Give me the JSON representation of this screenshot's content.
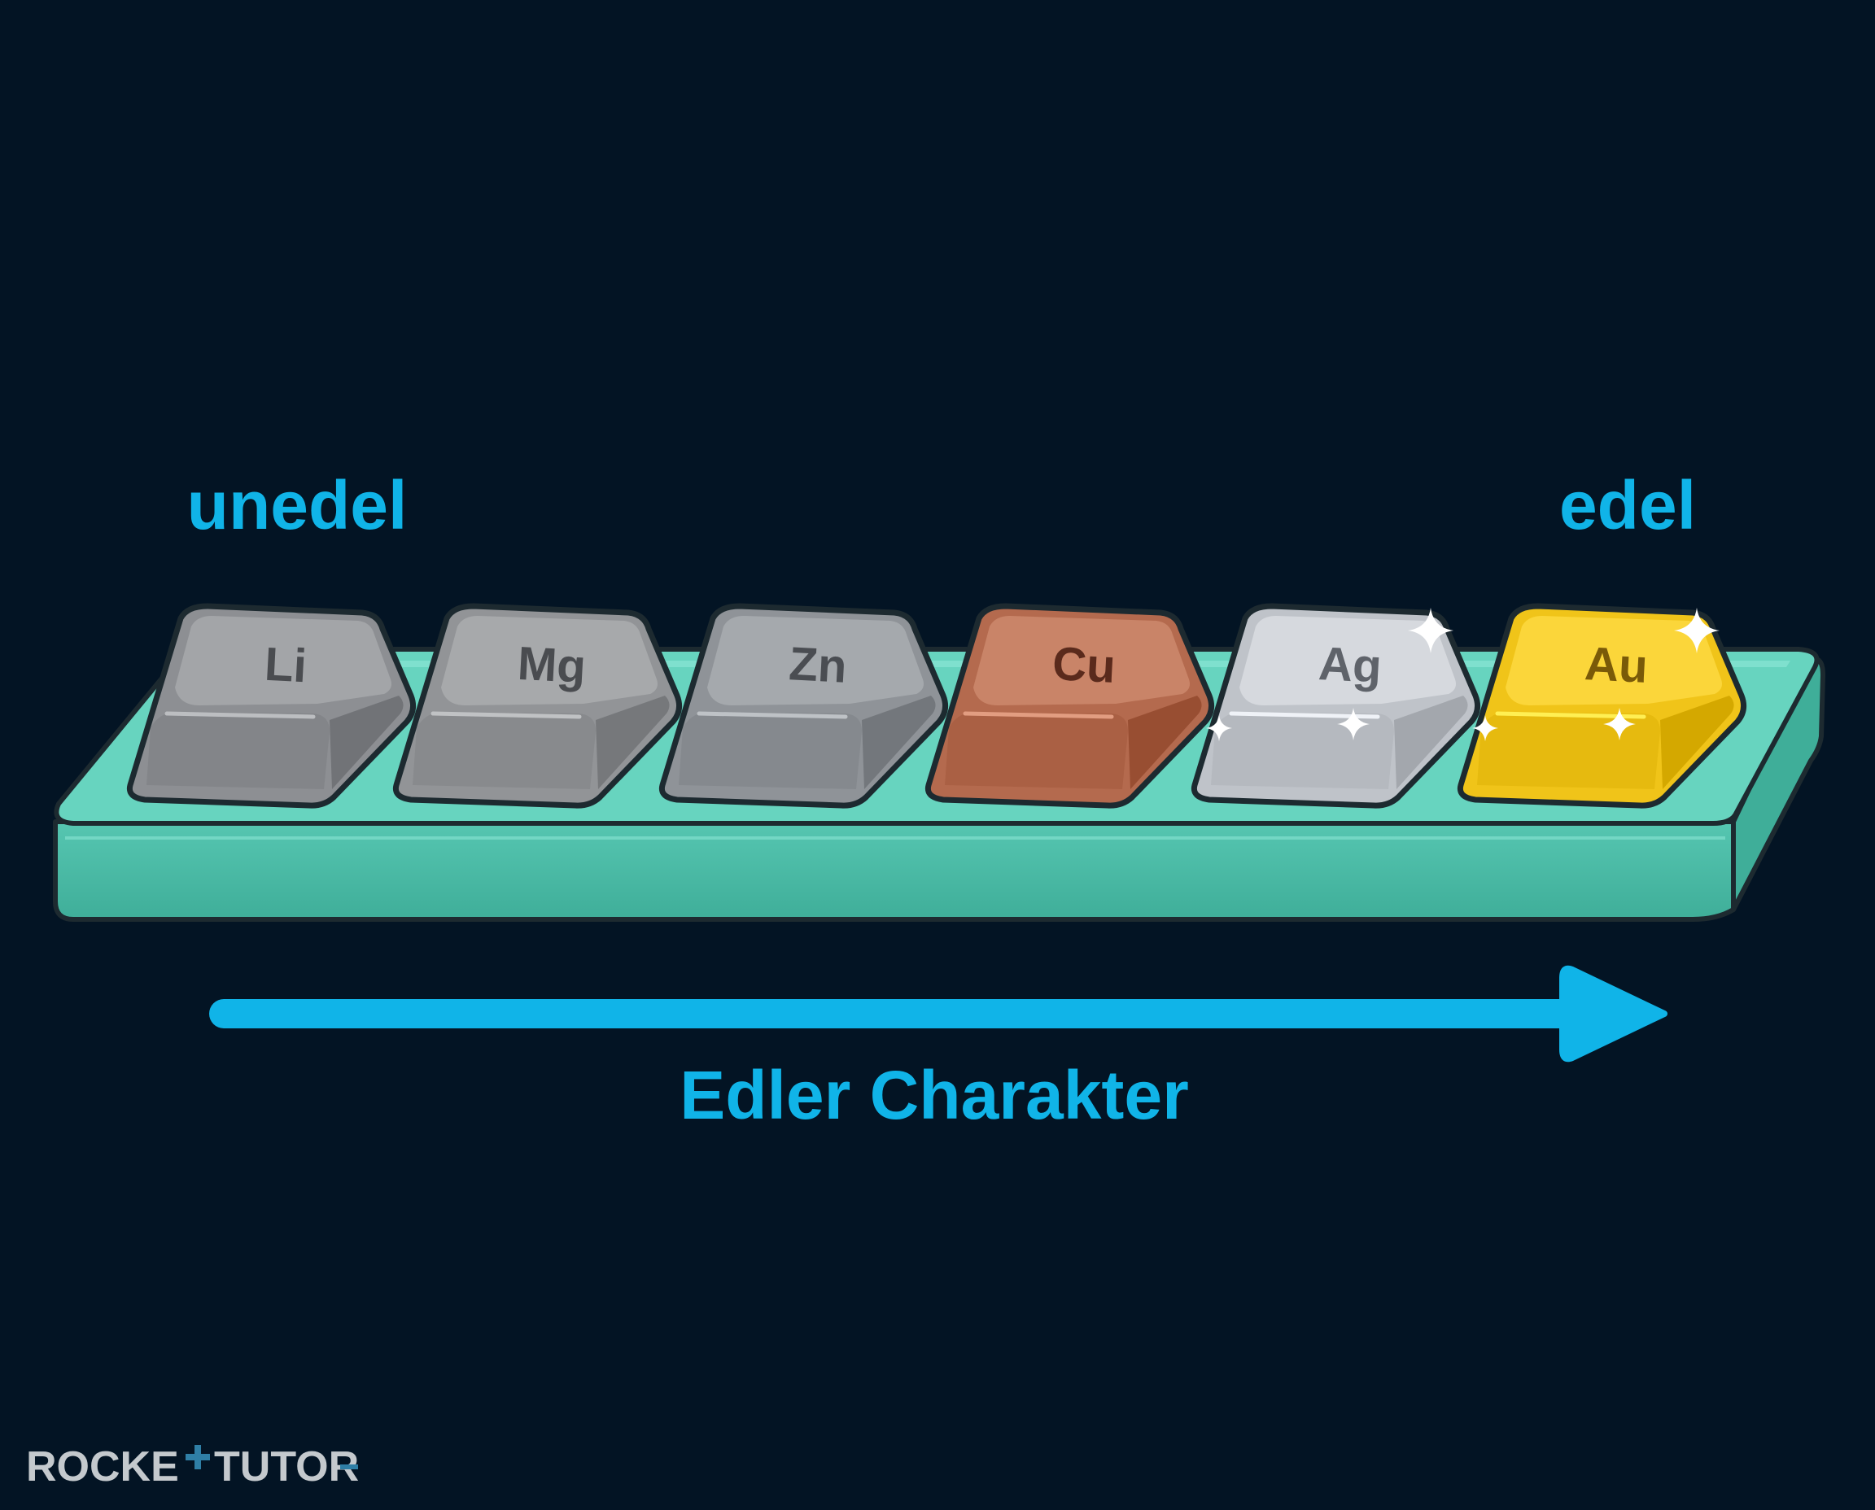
{
  "labels": {
    "left": "unedel",
    "right": "edel",
    "axis": "Edler Charakter"
  },
  "metals": [
    {
      "symbol": "Li",
      "body": "#8d8f93",
      "top": "#a3a5a8",
      "text": "#4a4c50",
      "sparkle": false
    },
    {
      "symbol": "Mg",
      "body": "#929497",
      "top": "#a7a9ab",
      "text": "#4a4c50",
      "sparkle": false
    },
    {
      "symbol": "Zn",
      "body": "#8f9398",
      "top": "#a5a9ad",
      "text": "#4a4d52",
      "sparkle": false
    },
    {
      "symbol": "Cu",
      "body": "#b46a4e",
      "top": "#c98468",
      "text": "#5a2a1c",
      "sparkle": false
    },
    {
      "symbol": "Ag",
      "body": "#bfc3c9",
      "top": "#d6d9de",
      "text": "#5f636a",
      "sparkle": true
    },
    {
      "symbol": "Au",
      "body": "#f0c419",
      "top": "#fbd63a",
      "text": "#7a5a08",
      "sparkle": true
    }
  ],
  "colors": {
    "background": "#031424",
    "accent": "#10b4e8",
    "tray": "#5ecdb9",
    "tray_top": "#74dcc8",
    "tray_side": "#47b9a3",
    "outline": "#1d2a30"
  },
  "brand": {
    "left": "ROCKE",
    "right": "TUTOR"
  }
}
